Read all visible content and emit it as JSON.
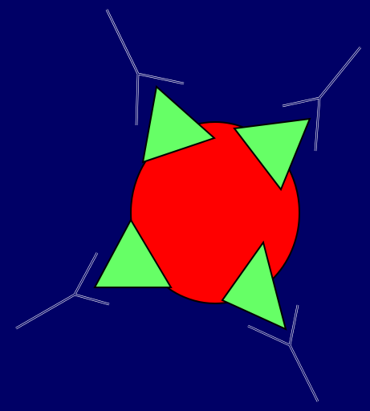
{
  "diagram": {
    "background_color": "#000066",
    "particle": {
      "name": "central-particle",
      "color": "#ff0000",
      "outline": "#000000"
    },
    "antigens": [
      {
        "name": "antigen-top-left",
        "color": "#66ff66",
        "outline": "#000000"
      },
      {
        "name": "antigen-top-right",
        "color": "#66ff66",
        "outline": "#000000"
      },
      {
        "name": "antigen-bottom-left",
        "color": "#66ff66",
        "outline": "#000000"
      },
      {
        "name": "antigen-bottom-right",
        "color": "#66ff66",
        "outline": "#000000"
      }
    ],
    "antibodies": [
      {
        "name": "antibody-top-left",
        "color": "#ffffff"
      },
      {
        "name": "antibody-top-right",
        "color": "#ffffff"
      },
      {
        "name": "antibody-bottom-left",
        "color": "#ffffff"
      },
      {
        "name": "antibody-bottom-right",
        "color": "#ffffff"
      }
    ]
  }
}
